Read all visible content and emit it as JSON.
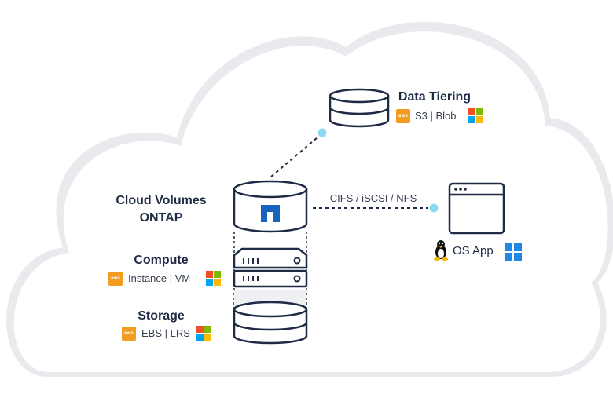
{
  "nodes": {
    "data_tiering": {
      "title": "Data Tiering",
      "services": "S3 | Blob",
      "aws_badge": "aws",
      "microsoft_icon": "microsoft-logo-icon"
    },
    "cloud_volumes": {
      "title_line1": "Cloud Volumes",
      "title_line2": "ONTAP",
      "logo_icon": "netapp-logo-icon"
    },
    "compute": {
      "title": "Compute",
      "services": "Instance | VM",
      "aws_badge": "aws",
      "microsoft_icon": "microsoft-logo-icon"
    },
    "storage": {
      "title": "Storage",
      "services": "EBS | LRS",
      "aws_badge": "aws",
      "microsoft_icon": "microsoft-logo-icon"
    },
    "os_app": {
      "label": "OS App",
      "linux_icon": "linux-penguin-icon",
      "windows_icon": "windows-logo-icon"
    }
  },
  "connections": {
    "protocols": "CIFS / iSCSI / NFS"
  },
  "colors": {
    "outline": "#1f2a44",
    "accent_blue": "#1565c0",
    "connector_dot": "#8fd8f5",
    "aws_orange": "#f39c22",
    "ms_red": "#f25022",
    "ms_green": "#7fba00",
    "ms_blue": "#00a4ef",
    "ms_yellow": "#ffb900",
    "windows_blue": "#1e88e5",
    "cloud_fill": "#ffffff",
    "cloud_shadow": "#e6e8ec"
  }
}
